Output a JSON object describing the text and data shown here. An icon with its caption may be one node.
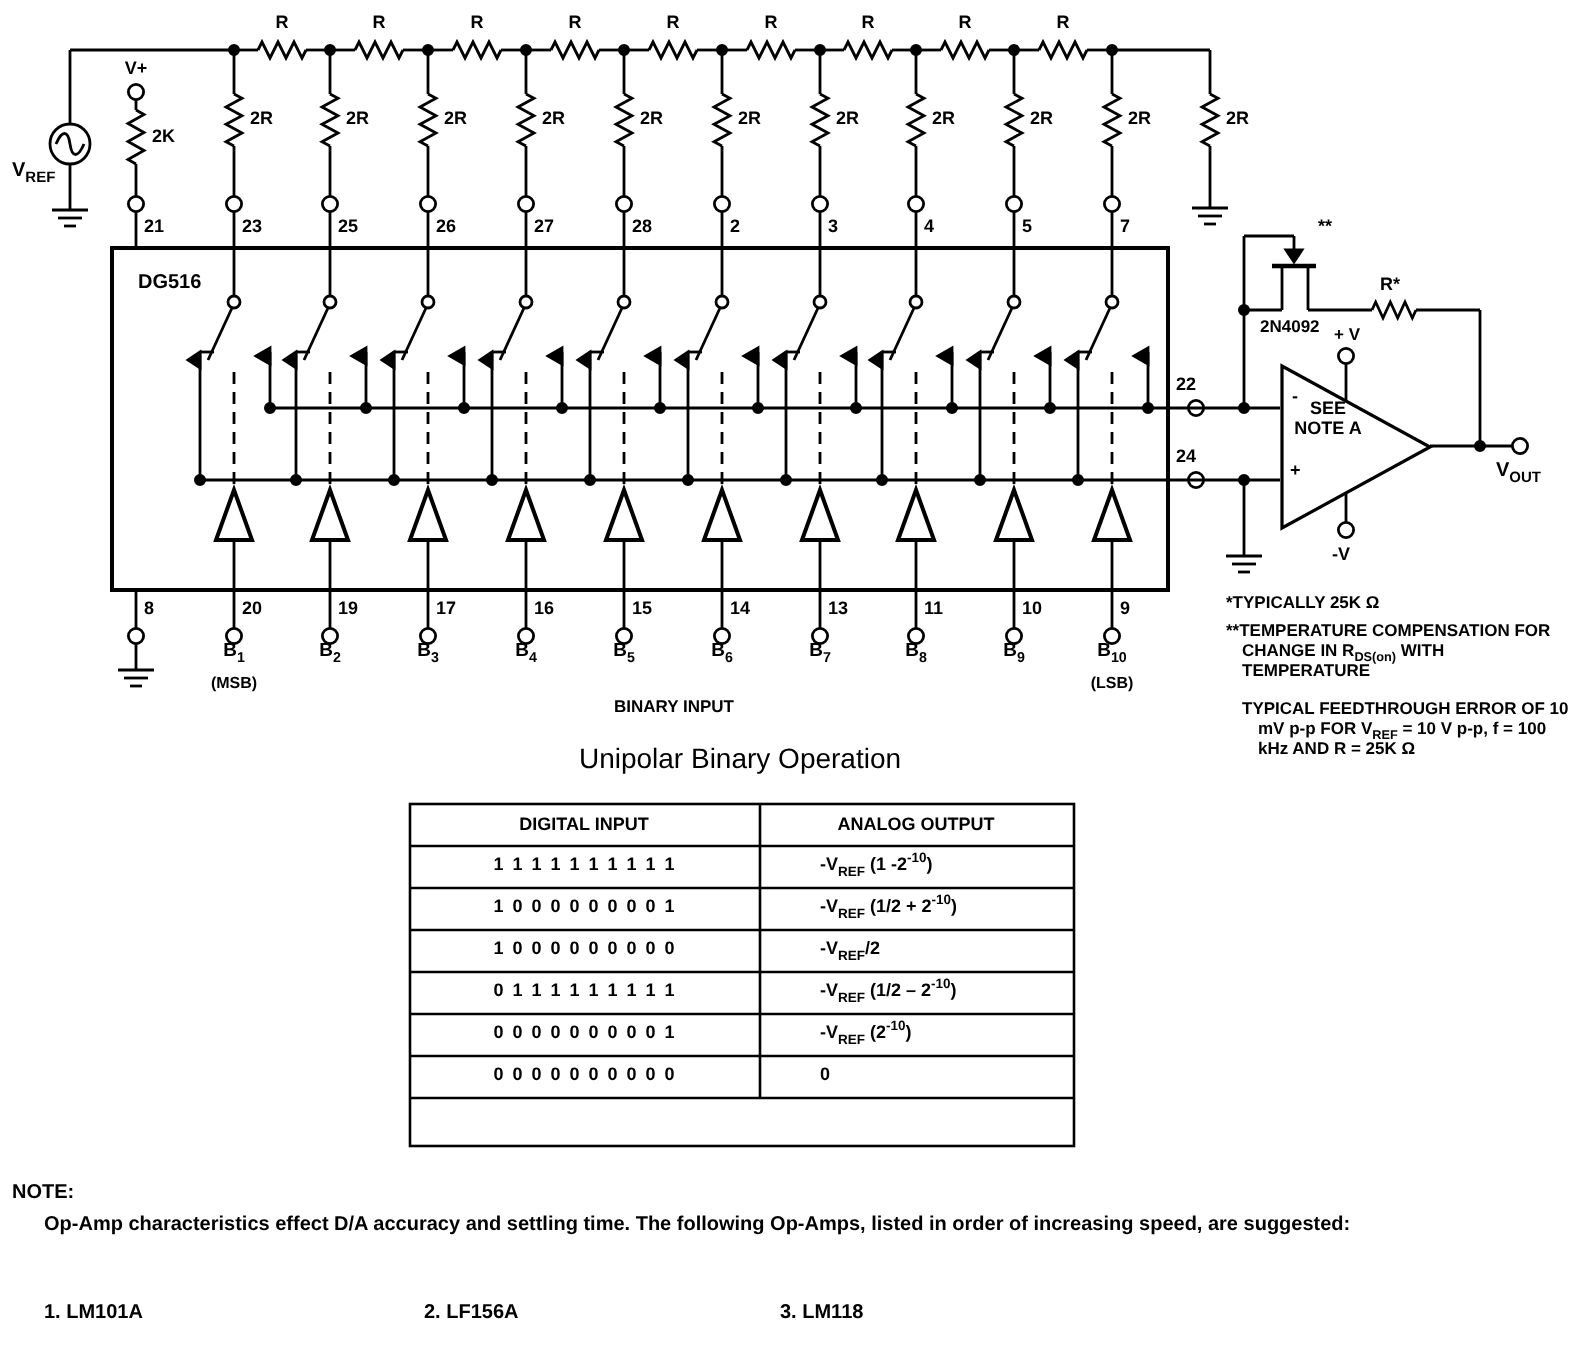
{
  "diagram": {
    "nodes": [
      {
        "text": [
          "DG516"
        ]
      },
      {
        "text": [
          "SEE NOTE A"
        ]
      }
    ],
    "edges": [
      {
        "from": 0,
        "to": 1,
        "arrow": "none"
      },
      {
        "from": 0,
        "to": 1,
        "arrow": "none"
      }
    ],
    "labels": [
      "R",
      "R",
      "R",
      "R",
      "R",
      "R",
      "R",
      "R",
      "R",
      "V+",
      "2K",
      "2R",
      "2R",
      "2R",
      "2R",
      "2R",
      "2R",
      "2R",
      "2R",
      "2R",
      "2R",
      "2R",
      "V$_{REF}$",
      "21",
      "23",
      "25",
      "26",
      "27",
      "28",
      "2",
      "3",
      "4",
      "5",
      "7",
      "**",
      "R*",
      "2N4092",
      "+ V",
      "22",
      "-",
      "24",
      "+",
      "V$_{OUT}$",
      "-V",
      "8",
      "20",
      "19",
      "17",
      "16",
      "15",
      "14",
      "13",
      "11",
      "10",
      "9",
      "B$_{1}$",
      "B$_{2}$",
      "B$_{3}$",
      "B$_{4}$",
      "B$_{5}$",
      "B$_{6}$",
      "B$_{7}$",
      "B$_{8}$",
      "B$_{9}$",
      "B$_{10}$",
      "(MSB)",
      "(LSB)",
      "*TYPICALLY 25K Ω",
      "**TEMPERATURE COMPENSATION FOR CHANGE IN R$_{DS(on)}$ WITH TEMPERATURE",
      "TYPICAL FEEDTHROUGH ERROR OF 10 mV p-p FOR V$_{REF}$ = 10 V p-p, f = 100 kHz AND R = 25K Ω",
      "BINARY INPUT",
      "Unipolar Binary Operation",
      "DIGITAL INPUT",
      "ANALOG OUTPUT",
      "1 1 1 1 1 1 1 1 1 1",
      "-V$_{REF}$ (1 -2$^{-10}$)",
      "1 0 0 0 0 0 0 0 0 1",
      "-V$_{REF}$ (1/2 + 2$^{-10}$)",
      "1 0 0 0 0 0 0 0 0 0",
      "-V$_{REF}$/2",
      "0 1 1 1 1 1 1 1 1 1",
      "-V$_{REF}$ (1/2 – 2$^{-10}$)",
      "0 0 0 0 0 0 0 0 0 1",
      "-V$_{REF}$ (2$^{-10}$)",
      "0 0 0 0 0 0 0 0 0 0",
      "0",
      "NOTE:",
      "Op-Amp characteristics effect D/A accuracy and settling time. The following Op-Amps, listed in order of increasing speed, are suggested:",
      "1. LM101A",
      "2. LF156A",
      "3. LM118"
    ]
  }
}
